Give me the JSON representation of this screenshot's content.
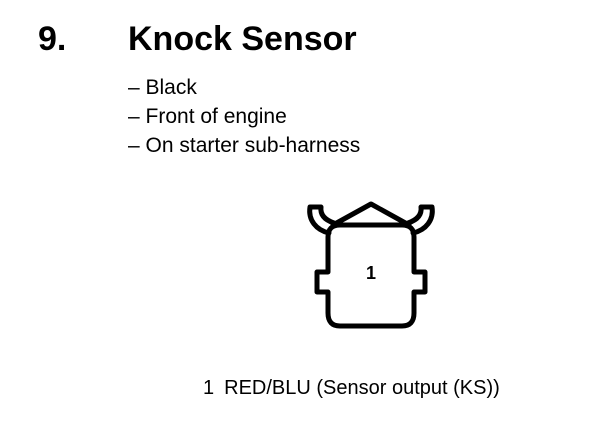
{
  "heading": {
    "number": "9.",
    "title": "Knock Sensor"
  },
  "details": [
    "– Black",
    "– Front of engine",
    "– On starter sub-harness"
  ],
  "connector": {
    "pins": [
      {
        "number": "1",
        "wire_color": "RED/BLU",
        "description": "(Sensor output (KS))"
      }
    ]
  }
}
